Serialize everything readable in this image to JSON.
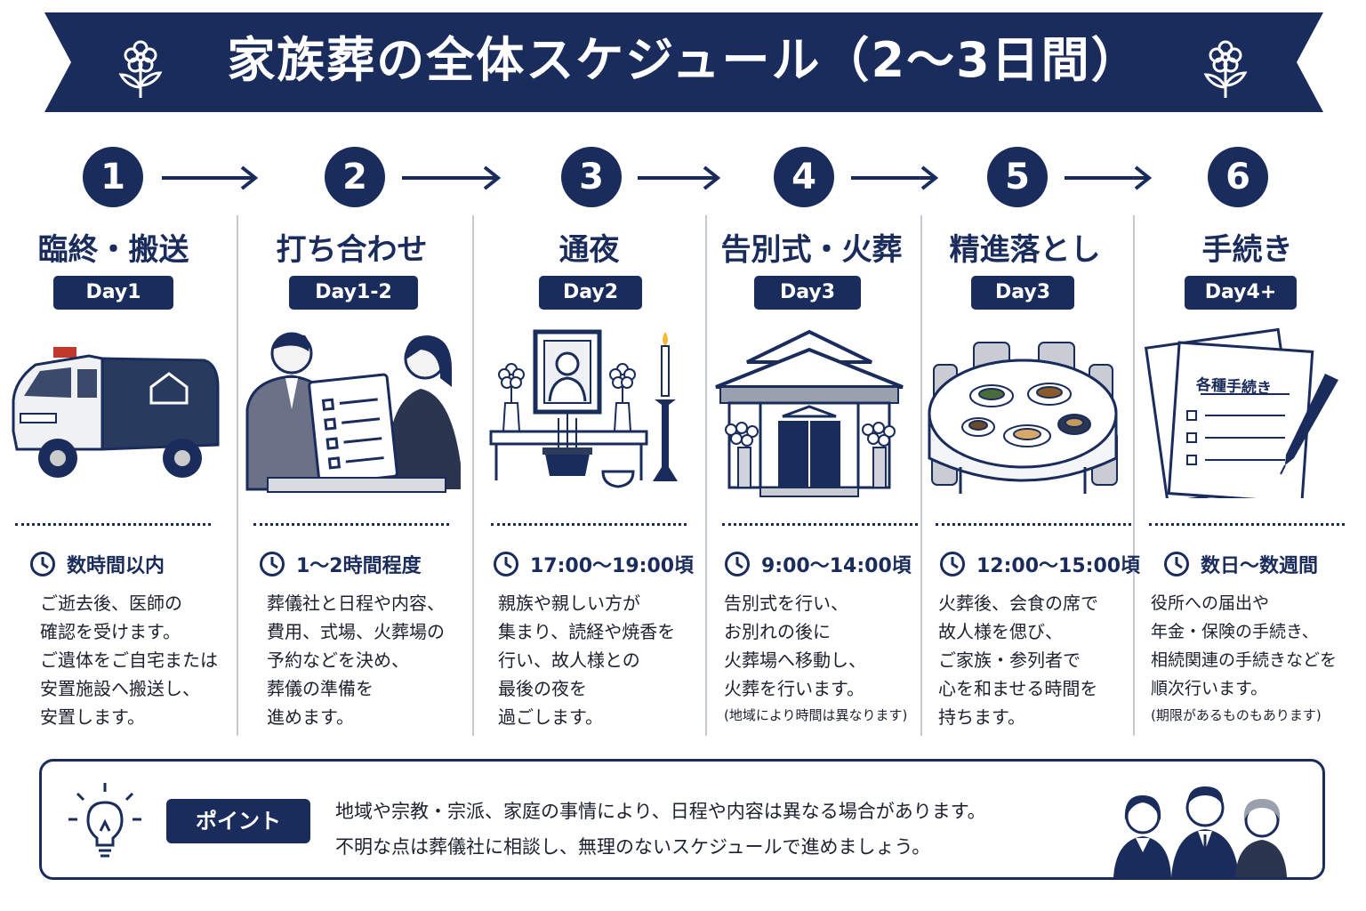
{
  "banner": {
    "title": "家族葬の全体スケジュール（2～3日間）"
  },
  "colors": {
    "navy": "#1a2c5b",
    "separator": "#c4c9d4"
  },
  "steps": [
    {
      "number": "1",
      "title": "臨終・搬送",
      "day": "Day1",
      "illustration": "hearse-icon",
      "time": "数時間以内",
      "lines": [
        "ご逝去後、医師の",
        "確認を受けます。",
        "ご遺体をご自宅または",
        "安置施設へ搬送し、",
        "安置します。"
      ],
      "note": ""
    },
    {
      "number": "2",
      "title": "打ち合わせ",
      "day": "Day1-2",
      "illustration": "meeting-icon",
      "time": "1～2時間程度",
      "lines": [
        "葬儀社と日程や内容、",
        "費用、式場、火葬場の",
        "予約などを決め、",
        "葬儀の準備を",
        "進めます。"
      ],
      "note": ""
    },
    {
      "number": "3",
      "title": "通夜",
      "day": "Day2",
      "illustration": "altar-icon",
      "time": "17:00～19:00頃",
      "lines": [
        "親族や親しい方が",
        "集まり、読経や焼香を",
        "行い、故人様との",
        "最後の夜を",
        "過ごします。"
      ],
      "note": ""
    },
    {
      "number": "4",
      "title": "告別式・火葬",
      "day": "Day3",
      "illustration": "funeral-hall-icon",
      "time": "9:00～14:00頃",
      "lines": [
        "告別式を行い、",
        "お別れの後に",
        "火葬場へ移動し、",
        "火葬を行います。"
      ],
      "note": "(地域により時間は異なります)"
    },
    {
      "number": "5",
      "title": "精進落とし",
      "day": "Day3",
      "illustration": "dining-table-icon",
      "time": "12:00～15:00頃",
      "lines": [
        "火葬後、会食の席で",
        "故人様を偲び、",
        "ご家族・参列者で",
        "心を和ませる時間を",
        "持ちます。"
      ],
      "note": ""
    },
    {
      "number": "6",
      "title": "手続き",
      "day": "Day4+",
      "illustration": "documents-icon",
      "doc_title": "各種手続き",
      "time": "数日～数週間",
      "lines": [
        "役所への届出や",
        "年金・保険の手続き、",
        "相続関連の手続きなどを",
        "順次行います。"
      ],
      "note": "(期限があるものもあります)"
    }
  ],
  "point": {
    "label": "ポイント",
    "lines": [
      "地域や宗教・宗派、家庭の事情により、日程や内容は異なる場合があります。",
      "不明な点は葬儀社に相談し、無理のないスケジュールで進めましょう。"
    ]
  }
}
